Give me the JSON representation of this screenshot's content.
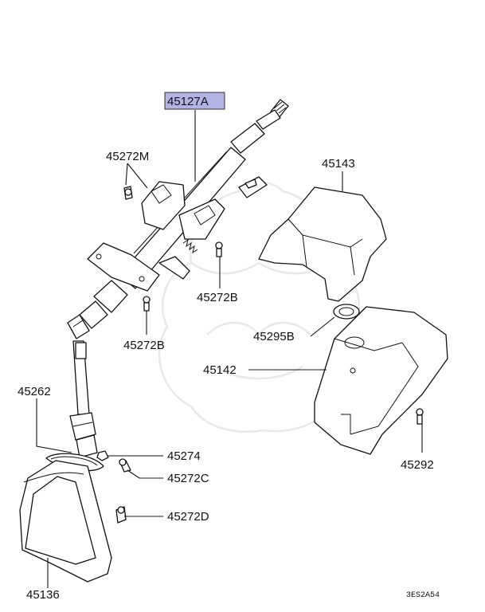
{
  "diagram": {
    "highlight_color": "#b3b3e6",
    "labels": {
      "p45127A": "45127A",
      "p45272M": "45272M",
      "p45143": "45143",
      "p45272B_1": "45272B",
      "p45295B": "45295B",
      "p45272B_2": "45272B",
      "p45142": "45142",
      "p45262": "45262",
      "p45274": "45274",
      "p45272C": "45272C",
      "p45292": "45292",
      "p45272D": "45272D",
      "p45136": "45136"
    },
    "drawing_code": "3ES2A54"
  }
}
